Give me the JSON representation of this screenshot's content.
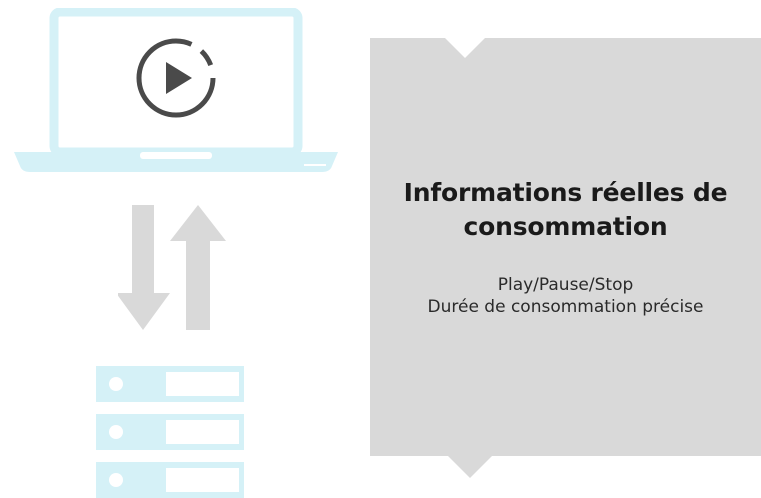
{
  "panel": {
    "title_line1": "Informations réelles de",
    "title_line2": "consommation",
    "lines": [
      "Play/Pause/Stop",
      "Durée de consommation précise"
    ]
  },
  "icons": {
    "laptop": "laptop-icon",
    "play": "play-icon",
    "arrows": "up-down-arrows-icon",
    "server": "server-rack-icon"
  },
  "colors": {
    "panel_background": "#d9d9d9",
    "laptop_outline": "#d5f1f7",
    "play_icon": "#4a4a4a",
    "arrows": "#d9d9d9",
    "server_unit": "#d5f1f7"
  }
}
